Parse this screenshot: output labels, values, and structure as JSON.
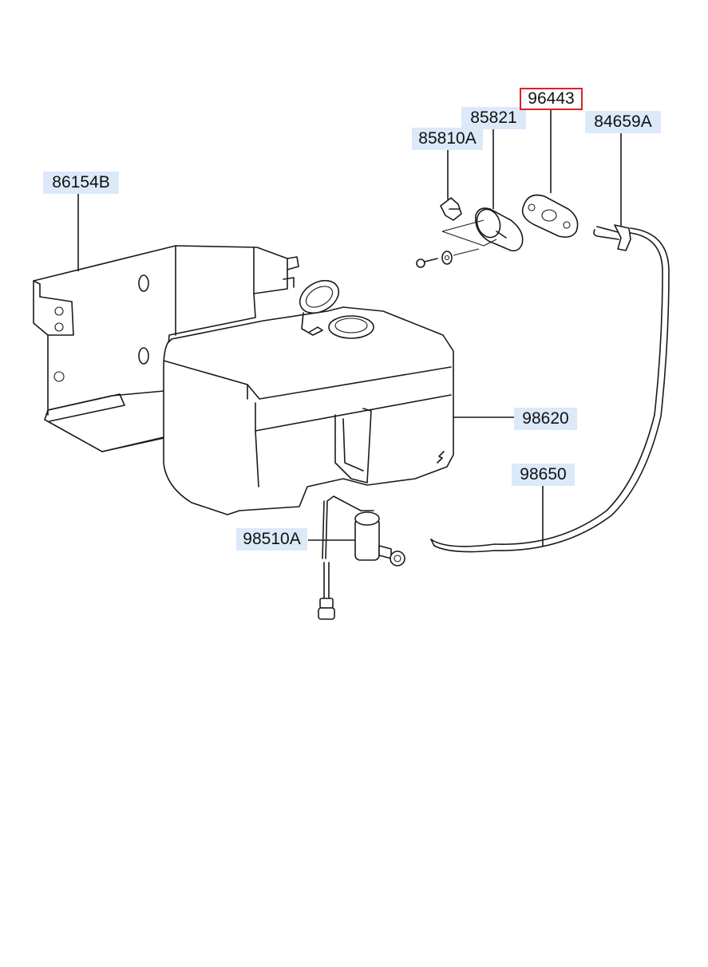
{
  "parts": {
    "bracket": "86154B",
    "clip": "85810A",
    "grommet": "85821",
    "pad": "96443",
    "hose_clip": "84659A",
    "reservoir": "98620",
    "hose": "98650",
    "pump": "98510A"
  },
  "colors": {
    "label_bg": "#dbe9f9",
    "selected_border": "#e0202a",
    "line": "#1a1a1a"
  },
  "selected_part": "96443"
}
